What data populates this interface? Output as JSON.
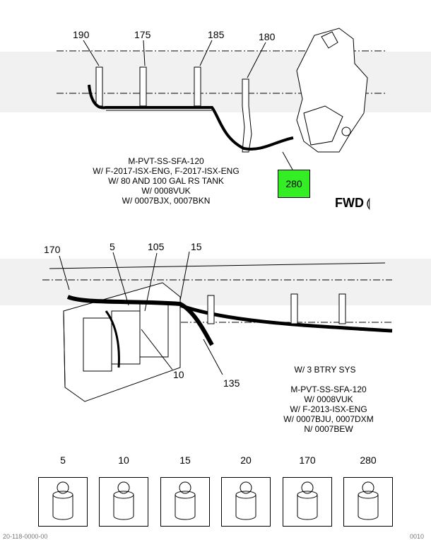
{
  "top_diagram": {
    "callouts": [
      "190",
      "175",
      "185",
      "180"
    ],
    "highlight_label": "280",
    "note_lines": [
      "M-PVT-SS-SFA-120",
      "W/ F-2017-ISX-ENG, F-2017-ISX-ENG",
      "W/ 80 AND 100 GAL RS TANK",
      "W/ 0008VUK",
      "W/ 0007BJX, 0007BKN"
    ],
    "fwd_label": "FWD",
    "fwd_arrow": "⟬"
  },
  "bottom_diagram": {
    "callouts": [
      "170",
      "5",
      "105",
      "15",
      "10",
      "135"
    ],
    "note_heading": "W/ 3 BTRY SYS",
    "note_lines": [
      "M-PVT-SS-SFA-120",
      "W/ 0008VUK",
      "W/ F-2013-ISX-ENG",
      "W/ 0007BJU, 0007DXM",
      "N/ 0007BEW"
    ]
  },
  "parts_legend": [
    "5",
    "10",
    "15",
    "20",
    "170",
    "280"
  ],
  "footer": {
    "left": "20-118-0000-00",
    "right": "0010"
  },
  "colors": {
    "highlight": "#33ee22",
    "band": "#f1f1f1"
  }
}
